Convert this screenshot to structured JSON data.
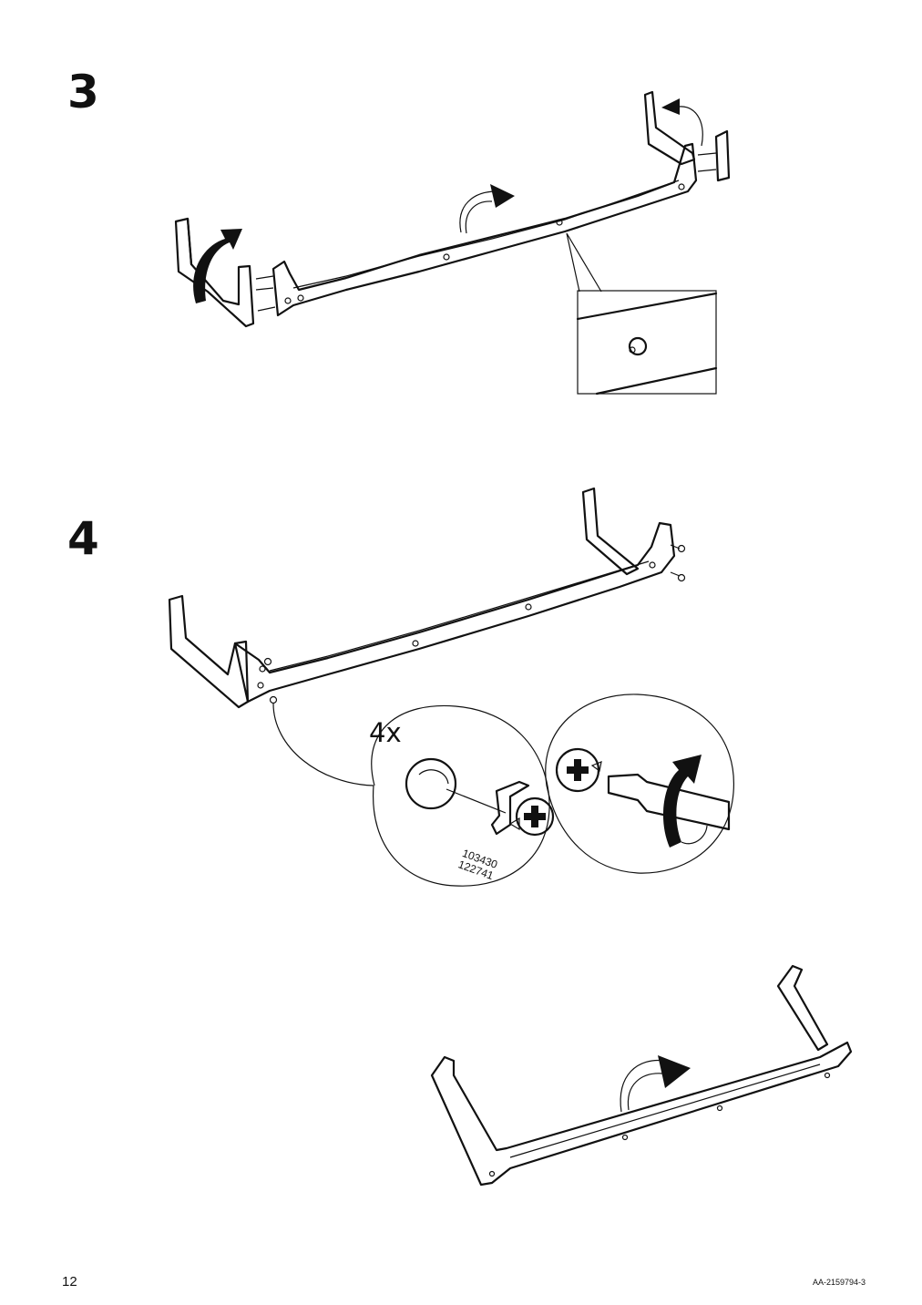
{
  "steps": [
    {
      "number": "3"
    },
    {
      "number": "4",
      "quantity": "4x",
      "part_numbers": "103430\n122741"
    }
  ],
  "footer": {
    "page_number": "12",
    "document_code": "AA-2159794-3"
  },
  "icons": [
    "rotate-arrow-icon",
    "flip-arrow-icon",
    "cam-lock-icon",
    "screwdriver-icon",
    "detail-callout-icon"
  ]
}
